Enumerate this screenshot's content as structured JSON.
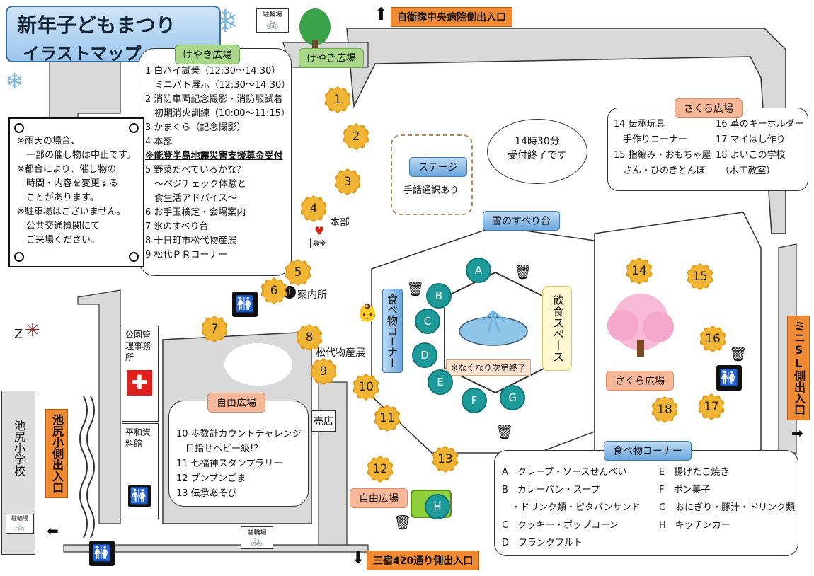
{
  "title": {
    "line1": "新年子どもまつり",
    "line2": "イラストマップ"
  },
  "exits": {
    "top": "自衛隊中央病院側出入口",
    "right": "ミニSL側出入口",
    "bottom": "三宿420通り側出入口",
    "left": "池尻小側出入口"
  },
  "parking_label": "駐輪場",
  "keyaki": {
    "tree_label": "けやき広場",
    "bubble_title": "けやき広場",
    "items": [
      "1 白バイ試乗（12:30～14:30）",
      "　ミニパト展示（12:30～14:30）",
      "2 消防車両記念撮影・消防服試着",
      "　初期消火訓練（10:00～11:15）",
      "3 かまくら（記念撮影）",
      "4 本部",
      "※能登半島地震災害支援募金受付",
      "5 野菜たべているかな？",
      "　～ベジチェック体験と",
      "　食生活アドバイス～",
      "6 お手玉検定・会場案内",
      "7 氷のすべり台",
      "8 十日町市松代物産展",
      "9 松代ＰＲコーナー"
    ]
  },
  "notice": [
    "※雨天の場合、",
    "　一部の催し物は中止です。",
    "※都合により、催し物の",
    "　時間・内容を変更する",
    "　ことがあります。",
    "※駐車場はございません。",
    "　公共交通機関にて",
    "　ご来場ください。"
  ],
  "stage": {
    "label": "ステージ",
    "note": "手話通訳あり"
  },
  "reception": {
    "line1": "14時30分",
    "line2": "受付終了です"
  },
  "snow_slide": "雪のすべり台",
  "sakura": {
    "title": "さくら広場",
    "items_left": [
      "14 伝承玩具",
      "　手作りコーナー",
      "15 指編み・おもちゃ屋",
      "　さん・ひのきとんぼ"
    ],
    "items_right": [
      "16 革のキーホルダー",
      "17 マイはし作り",
      "18 よいこの学校",
      "　（木工教室）"
    ],
    "area_label": "さくら広場"
  },
  "map_labels": {
    "honbu": "本部",
    "bokin": "募金",
    "annaisho": "案内所",
    "matsudai": "松代物産展",
    "baiten": "売店",
    "koen_kanri": "公園管理事務所",
    "heiwa": "平和資料館",
    "school": "池尻小学校",
    "food_corner_vertical": "食べ物コーナー",
    "eat_space": "飲食スペース",
    "sold_out": "※なくなり次第終了"
  },
  "jiyu": {
    "title": "自由広場",
    "small_label": "自由広場",
    "items": [
      "10 歩数計カウントチャレンジ",
      "　目指せヘビー級!?",
      "11 七福神スタンプラリー",
      "12 ブンブンごま",
      "13 伝承あそび"
    ]
  },
  "food": {
    "title": "食べ物コーナー",
    "left": [
      "A　クレープ・ソースせんべい",
      "B　カレーパン・スープ",
      "　・ドリンク類・ピタパンサンド",
      "C　クッキー・ポップコーン",
      "D　フランクフルト"
    ],
    "right": [
      "E　揚げたこ焼き",
      "F　ポン菓子",
      "G　おにぎり・豚汁・ドリンク類",
      "H　キッチンカー"
    ]
  },
  "markers": [
    "1",
    "2",
    "3",
    "4",
    "5",
    "6",
    "7",
    "8",
    "9",
    "10",
    "11",
    "12",
    "13",
    "14",
    "15",
    "16",
    "17",
    "18"
  ],
  "stalls": [
    "A",
    "B",
    "C",
    "D",
    "E",
    "F",
    "G",
    "H"
  ],
  "colors": {
    "marker": "#f1b535",
    "stall": "#1f9a9a",
    "exit": "#f08a33",
    "road": "#d9d9d9"
  }
}
